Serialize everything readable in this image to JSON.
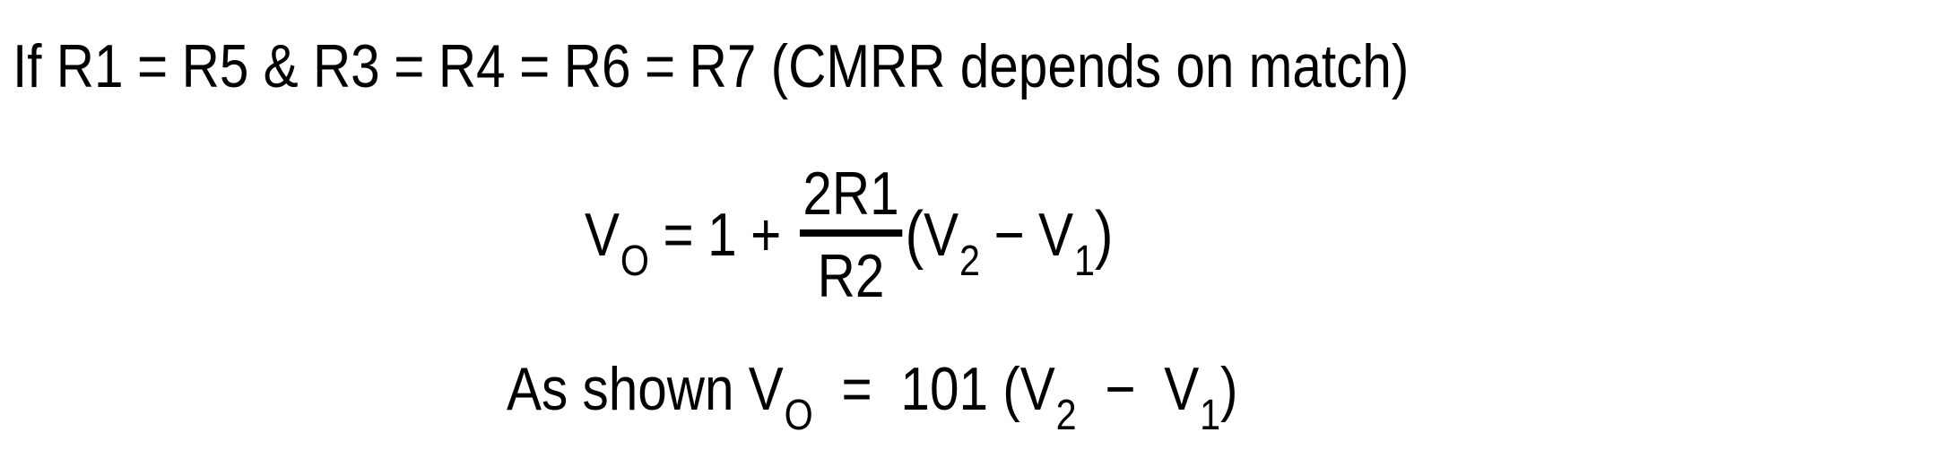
{
  "condition_line": {
    "prefix": "If",
    "terms": [
      "R1",
      "R5",
      "R3",
      "R4",
      "R6",
      "R7"
    ],
    "and_symbol": "&",
    "equals": "=",
    "note": "(CMRR depends on match)"
  },
  "gain_equation": {
    "lhs_var": "V",
    "lhs_sub": "O",
    "equals": "=",
    "one": "1",
    "plus": "+",
    "numerator": "2R1",
    "denominator": "R2",
    "open_paren": "(",
    "v2": "V",
    "v2_sub": "2",
    "minus": "−",
    "v1": "V",
    "v1_sub": "1",
    "close_paren": ")"
  },
  "result_line": {
    "prefix": "As shown",
    "lhs_var": "V",
    "lhs_sub": "O",
    "equals": "=",
    "gain": "101",
    "open_paren": "(",
    "v2": "V",
    "v2_sub": "2",
    "minus": "−",
    "v1": "V",
    "v1_sub": "1",
    "close_paren": ")"
  }
}
